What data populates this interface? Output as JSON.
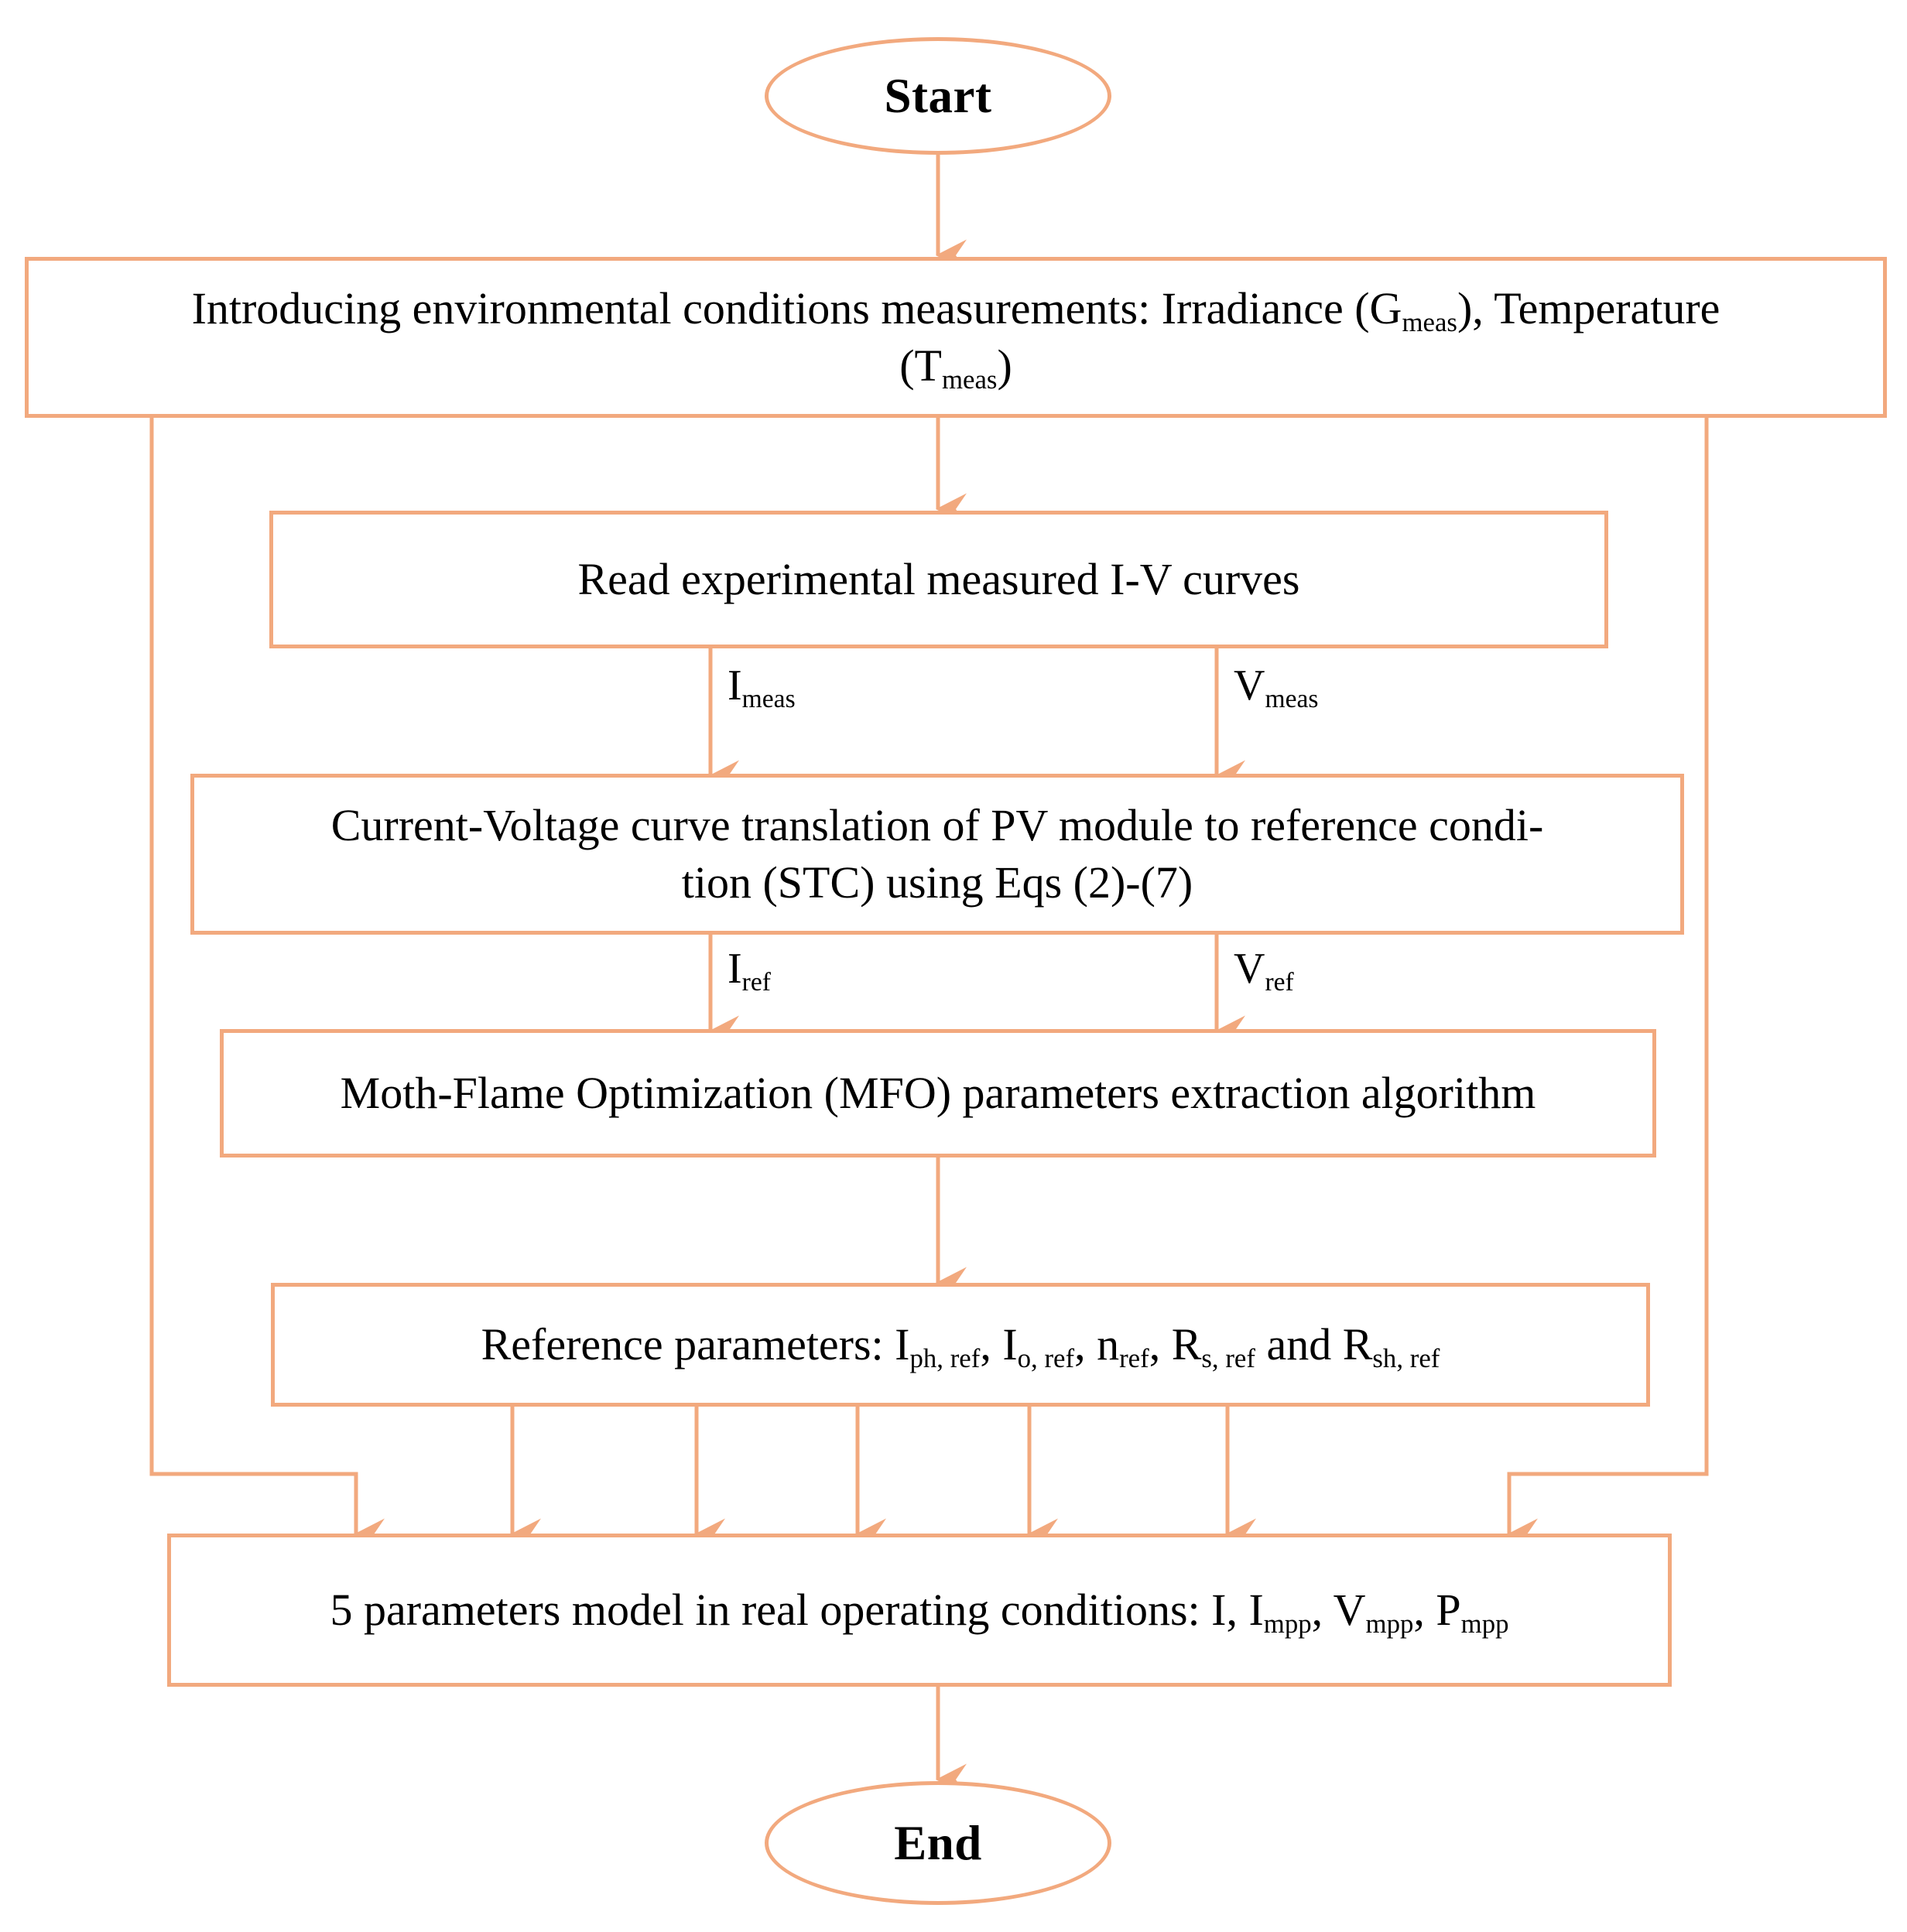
{
  "diagram": {
    "title_color": "#F2A97E",
    "text_color": "#000000",
    "background": "#ffffff",
    "type": "flowchart"
  },
  "nodes": {
    "start": {
      "label": "Start",
      "shape": "ellipse"
    },
    "inputs": {
      "shape": "rectangle",
      "line1_pre": "Introducing environmental conditions measurements: Irradiance (G",
      "line1_sub": "meas",
      "line1_post": "), Temperature",
      "line2_pre": "(T",
      "line2_sub": "meas",
      "line2_post": ")"
    },
    "read_curves": {
      "shape": "rectangle",
      "label": "Read experimental measured I-V curves"
    },
    "translation": {
      "shape": "rectangle",
      "line1": "Current-Voltage curve translation of PV module to reference condi-",
      "line2": "tion (STC) using Eqs (2)-(7)"
    },
    "mfo": {
      "shape": "rectangle",
      "label": "Moth-Flame Optimization (MFO) parameters extraction algorithm"
    },
    "ref_params": {
      "shape": "rectangle",
      "prefix": "Reference parameters: I",
      "sub1": "ph, ref",
      "mid1": ", I",
      "sub2": "o, ref",
      "mid2": ", n",
      "sub3": "ref",
      "mid3": ", R",
      "sub4": "s,  ref",
      "mid4": " and R",
      "sub5": "sh, ref"
    },
    "model": {
      "shape": "rectangle",
      "prefix": "5 parameters model in real operating conditions: I, I",
      "sub1": "mpp",
      "mid1": ", V",
      "sub2": "mpp",
      "mid2": ", P",
      "sub3": "mpp"
    },
    "end": {
      "label": "End",
      "shape": "ellipse"
    }
  },
  "edge_labels": {
    "i_meas": {
      "base": "I",
      "sub": "meas"
    },
    "v_meas": {
      "base": "V",
      "sub": "meas"
    },
    "i_ref": {
      "base": "I",
      "sub": "ref"
    },
    "v_ref": {
      "base": "V",
      "sub": "ref"
    }
  }
}
